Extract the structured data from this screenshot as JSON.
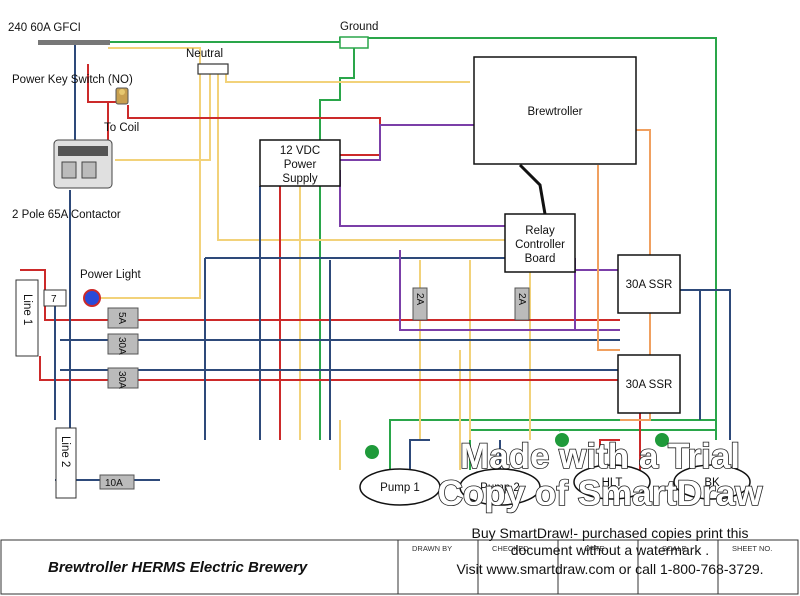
{
  "labels": {
    "gfci": "240 60A GFCI",
    "ground": "Ground",
    "neutral": "Neutral",
    "key_switch": "Power Key Switch (NO)",
    "to_coil": "To Coil",
    "contactor": "2 Pole 65A Contactor",
    "power_light": "Power Light",
    "line1": "Line 1",
    "line2": "Line 2",
    "light_num": "7"
  },
  "components": {
    "brewtroller": "Brewtroller",
    "power_supply": [
      "12 VDC",
      "Power",
      "Supply"
    ],
    "relay_board": [
      "Relay",
      "Controller",
      "Board"
    ],
    "ssr_top": "30A SSR",
    "ssr_bottom": "30A SSR",
    "pump1": "Pump 1",
    "pump2": "Pump 2",
    "hlt": "HLT",
    "bk": "BK"
  },
  "fuses": {
    "f5a": "5A",
    "f30a_1": "30A",
    "f30a_2": "30A",
    "f2a_1": "2A",
    "f2a_2": "2A",
    "f10a": "10A"
  },
  "title_block": {
    "title": "Brewtroller HERMS Electric Brewery",
    "drawn_by": "DRAWN BY",
    "checked": "CHECKED",
    "date": "DATE",
    "scale": "SCALE",
    "sheet_no": "SHEET NO."
  },
  "watermark": {
    "line1": "Made with a Trial",
    "line2": "Copy of SmartDraw",
    "line3": "Buy SmartDraw!- purchased copies print this",
    "line4": "document without a watermark .",
    "line5": "Visit www.smartdraw.com or call 1-800-768-3729."
  },
  "wire_colors": {
    "red": "#cc2a2a",
    "blue": "#2e4a7a",
    "yellow": "#f2d27a",
    "green": "#2aa64a",
    "purple": "#7b3fa8",
    "orange": "#f0a060",
    "black": "#111111"
  }
}
